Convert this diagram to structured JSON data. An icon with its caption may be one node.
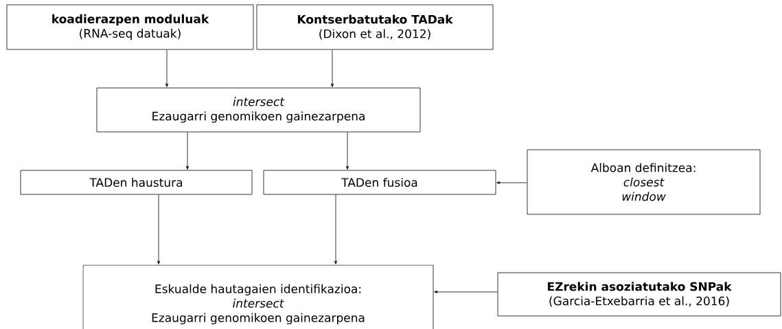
{
  "diagram": {
    "nodes": [
      {
        "text": [
          "koadierazpen moduluak",
          "(RNA-seq datuak)"
        ]
      },
      {
        "text": [
          "Kontserbatutako TADak",
          "(Dixon et al., 2012)"
        ]
      },
      {
        "text": [
          "intersect",
          "Ezaugarri genomikoen gainezarpena"
        ]
      },
      {
        "text": [
          "TADen haustura"
        ]
      },
      {
        "text": [
          "TADen fusioa"
        ]
      },
      {
        "text": [
          "Alboan definitzea:",
          "closest",
          "window"
        ]
      },
      {
        "text": [
          "Eskualde hautagaien identifikazioa:",
          "intersect",
          "Ezaugarri genomikoen gainezarpena"
        ]
      },
      {
        "text": [
          "EZrekin asoziatutako SNPak",
          "(Garcia-Etxebarria et al., 2016)"
        ]
      }
    ],
    "edges": [
      {
        "from": 0,
        "to": 2,
        "arrow": "to"
      },
      {
        "from": 1,
        "to": 2,
        "arrow": "to"
      },
      {
        "from": 2,
        "to": 3,
        "arrow": "to"
      },
      {
        "from": 2,
        "to": 4,
        "arrow": "to"
      },
      {
        "from": 5,
        "to": 4,
        "arrow": "to"
      },
      {
        "from": 3,
        "to": 6,
        "arrow": "to"
      },
      {
        "from": 4,
        "to": 6,
        "arrow": "to"
      },
      {
        "from": 7,
        "to": 6,
        "arrow": "to"
      }
    ]
  }
}
